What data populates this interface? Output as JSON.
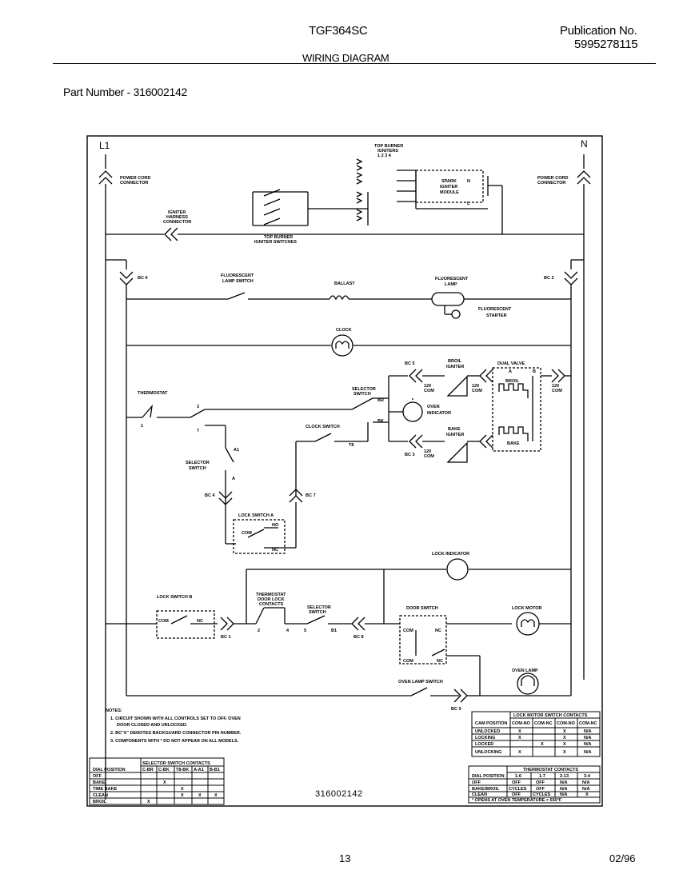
{
  "header": {
    "model": "TGF364SC",
    "publication_label": "Publication No.",
    "publication_number": "5995278115",
    "title": "WIRING DIAGRAM",
    "part_number": "Part Number - 316002142"
  },
  "diagram": {
    "line_l1": "L1",
    "line_n": "N",
    "labels": {
      "power_cord_left": [
        "POWER CORD",
        "CONNECTOR"
      ],
      "power_cord_right": [
        "POWER CORD",
        "CONNECTOR"
      ],
      "igniter_harness": [
        "IGNITER",
        "HARNESS",
        "CONNECTOR"
      ],
      "top_burner_igniters": [
        "TOP BURNER",
        "IGNITERS",
        "1 2 3 4"
      ],
      "spark_module": [
        "SPARK",
        "IGNITER",
        "MODULE"
      ],
      "module_n": "N",
      "module_l": "L",
      "top_burner_switches": [
        "TOP BURNER",
        "IGNITER SWITCHES"
      ],
      "bc6": "BC 6",
      "bc2": "BC 2",
      "fluor_lamp_switch": [
        "FLUORESCENT",
        "LAMP SWITCH"
      ],
      "ballast": "BALLAST",
      "fluor_lamp": [
        "FLUORESCENT",
        "LAMP"
      ],
      "fluor_starter": [
        "FLUORESCENT",
        "STARTER"
      ],
      "clock": "CLOCK",
      "bc5": "BC 5",
      "broil_igniter": [
        "BROIL",
        "IGNITER"
      ],
      "dual_valve": "DUAL VALVE",
      "valve_a": "A",
      "valve_b": "B",
      "valve_broil": "BROIL",
      "valve_bake": "BAKE",
      "v120_1": [
        "120",
        "COM"
      ],
      "v120_2": [
        "120",
        "COM"
      ],
      "v120_3": [
        "120",
        "COM"
      ],
      "v120_4": [
        "120",
        "COM"
      ],
      "thermostat": "THERMOSTAT",
      "selector_switch_top": [
        "SELECTOR",
        "SWITCH"
      ],
      "oven_indicator": [
        "OVEN",
        "INDICATOR"
      ],
      "clock_switch": "CLOCK SWITCH",
      "bake_igniter": [
        "BAKE",
        "IGNITER"
      ],
      "bc3": "BC 3",
      "t8": "T8",
      "pin_1": "1",
      "pin_3": "3",
      "pin_7": "7",
      "pin_a1": "A1",
      "pin_a": "A",
      "pin_br": "BR",
      "pin_bk": "BK",
      "selector_switch_mid": [
        "SELECTOR",
        "SWITCH"
      ],
      "bc4": "BC 4",
      "bc7": "BC 7",
      "lock_switch_a": "LOCK SWITCH A",
      "no": "NO",
      "nc": "NC",
      "com": "COM",
      "lock_indicator": "LOCK INDICATOR",
      "lock_switch_b": "LOCK SWITCH B",
      "therm_door_lock": [
        "THERMOSTAT",
        "DOOR LOCK",
        "CONTACTS"
      ],
      "selector_switch_low": [
        "SELECTOR",
        "SWITCH"
      ],
      "door_switch": "DOOR SWITCH",
      "lock_motor": "LOCK MOTOR",
      "bc1": "BC 1",
      "bc8": "BC 8",
      "oven_lamp_switch": "OVEN LAMP SWITCH",
      "oven_lamp": "OVEN LAMP",
      "bc9": "BC 9",
      "pins_low": [
        "2",
        "4",
        "5",
        "B1"
      ]
    },
    "notes": [
      "NOTES:",
      "1. CIRCUIT SHOWN WITH ALL CONTROLS SET TO OFF, OVEN",
      "   DOOR CLOSED AND UNLOCKED.",
      "2. BC\"X\" DENOTES BACKGUARD CONNECTOR PIN NUMBER.",
      "3. COMPONENTS WITH * DO NOT APPEAR ON ALL MODELS."
    ],
    "centre_code": "316002142"
  },
  "selector_table": {
    "title": "SELECTOR SWITCH CONTACTS",
    "header": [
      "DIAL POSITION",
      "C-BR",
      "C-BK",
      "T8-BK",
      "A-A1",
      "B-B1"
    ],
    "rows": [
      [
        "OFF",
        "",
        "",
        "",
        "",
        ""
      ],
      [
        "BAKE",
        "",
        "X",
        "",
        "",
        ""
      ],
      [
        "TIME BAKE",
        "",
        "",
        "X",
        "",
        ""
      ],
      [
        "CLEAN",
        "",
        "",
        "X",
        "X",
        "X"
      ],
      [
        "BROIL",
        "X",
        "",
        "",
        "",
        ""
      ]
    ]
  },
  "lock_motor_table": {
    "title": "LOCK MOTOR SWITCH CONTACTS",
    "header": [
      "CAM POSITION",
      "COM-NO",
      "COM-NC",
      "COM-NO",
      "COM-NC"
    ],
    "rows": [
      [
        "UNLOCKED",
        "X",
        "",
        "X",
        "N/A"
      ],
      [
        "LOCKING",
        "X",
        "",
        "X",
        "N/A"
      ],
      [
        "LOCKED",
        "",
        "X",
        "X",
        "N/A"
      ],
      [
        "UNLOCKING",
        "X",
        "",
        "X",
        "N/A"
      ]
    ]
  },
  "thermostat_table": {
    "title": "THERMOSTAT CONTACTS",
    "header": [
      "DIAL POSITION",
      "1-6",
      "1-7",
      "2-13",
      "3-4"
    ],
    "rows": [
      [
        "OFF",
        "OFF",
        "OFF",
        "N/A",
        "N/A"
      ],
      [
        "BAKE/BROIL",
        "CYCLES",
        "OFF",
        "N/A",
        "N/A"
      ],
      [
        "CLEAN",
        "OFF",
        "CYCLES",
        "N/A",
        "X"
      ]
    ],
    "footnote": "* OPENS AT OVEN TEMPERATURE > 550°F"
  },
  "footer": {
    "page": "13",
    "date": "02/96"
  }
}
